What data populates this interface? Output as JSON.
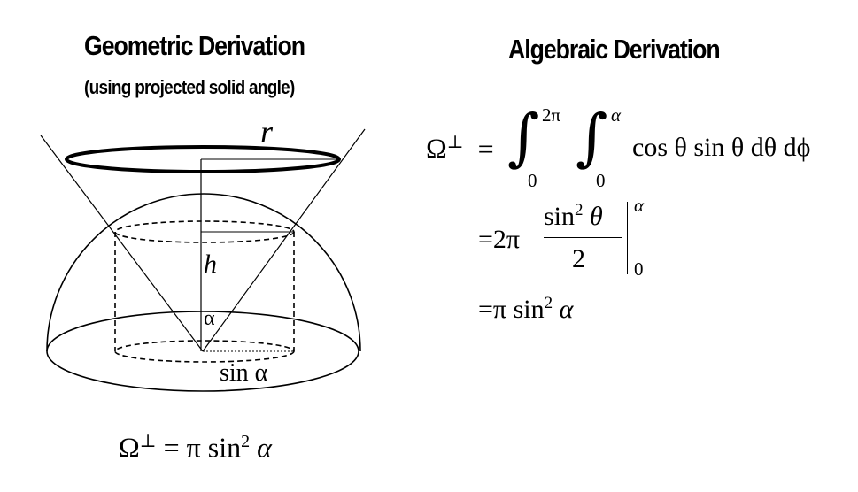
{
  "titles": {
    "geometric": "Geometric Derivation",
    "geometric_sub": "(using projected solid angle)",
    "algebraic": "Algebraic Derivation"
  },
  "diagram": {
    "label_r": "r",
    "label_h": "h",
    "label_alpha": "α",
    "label_sin": "sin α"
  },
  "result": {
    "lhs": "Ω",
    "perp": "⊥",
    "rhs": "= π sin",
    "exp": "2",
    "var": "α"
  },
  "algebra": {
    "line1": {
      "lhs": "Ω",
      "perp": "⊥",
      "eq": "=",
      "upper1": "2π",
      "lower1": "0",
      "upper2": "α",
      "lower2": "0",
      "integrand": "cos θ sin θ dθ dϕ"
    },
    "line2": {
      "eq": "=2π",
      "num": "sin",
      "num_exp": "2",
      "num_var": "θ",
      "den": "2",
      "eval_upper": "α",
      "eval_lower": "0"
    },
    "line3": {
      "eq": "=π sin",
      "exp": "2",
      "var": "α"
    }
  }
}
